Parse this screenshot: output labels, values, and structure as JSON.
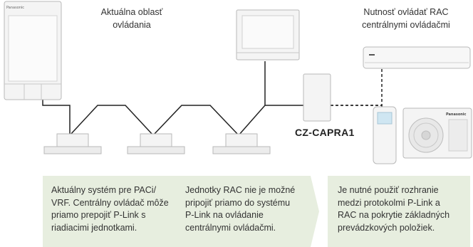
{
  "headings": {
    "left": [
      "Aktuálna oblasť",
      "ovládania"
    ],
    "right": [
      "Nutnosť ovládať RAC",
      "centrálnymi ovládačmi"
    ]
  },
  "device_label": "CZ-CAPRA1",
  "info_boxes": [
    {
      "lines": [
        "Aktuálny systém pre PACi/",
        "VRF. Centrálny ovládač môže",
        "priamo prepojiť P-Link s",
        "riadiacimi jednotkami."
      ]
    },
    {
      "lines": [
        "Jednotky RAC nie je možné",
        "pripojiť priamo do systému",
        "P-Link na ovládanie",
        "centrálnymi ovládačmi."
      ]
    },
    {
      "lines": [
        "Je nutné použiť rozhranie",
        "medzi protokolmi P-Link a",
        "RAC na pokrytie základných",
        "prevádzkových položiek."
      ]
    }
  ],
  "brand_marks": [
    "Panasonic",
    "Panasonic"
  ],
  "colors": {
    "box_fill": "#e7eedf",
    "unit_fill": "#f2f2f2",
    "unit_edge": "#b9b9b9",
    "wire": "#222222"
  }
}
